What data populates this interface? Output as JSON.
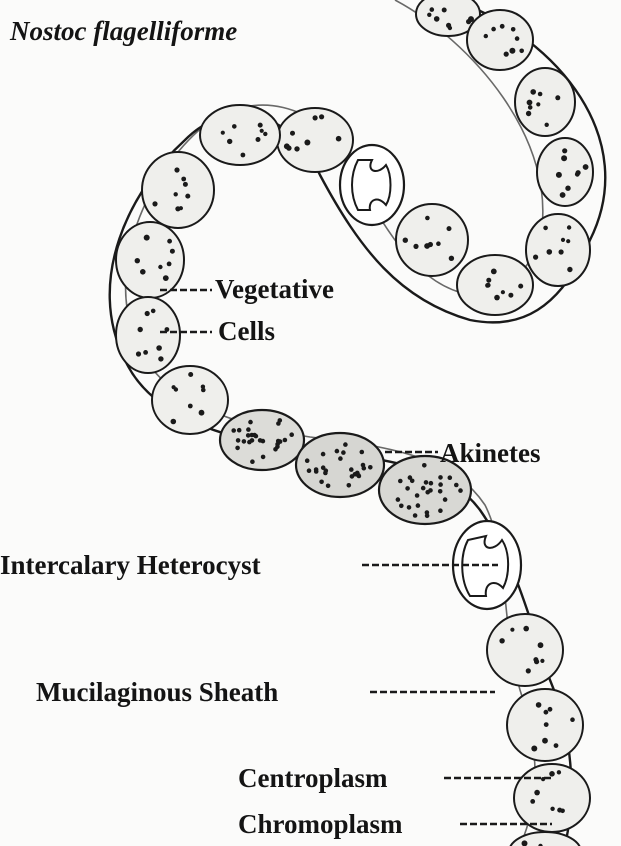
{
  "title": "Nostoc flagelliforme",
  "labels": {
    "vegetative": "Vegetative",
    "cells": "Cells",
    "akinetes": "Akinetes",
    "heterocyst": "Intercalary Heterocyst",
    "sheath": "Mucilaginous Sheath",
    "centroplasm": "Centroplasm",
    "chromoplasm": "Chromoplasm"
  },
  "colors": {
    "ink": "#141414",
    "cell_fill": "#efefec",
    "background": "#fbfbfa"
  }
}
